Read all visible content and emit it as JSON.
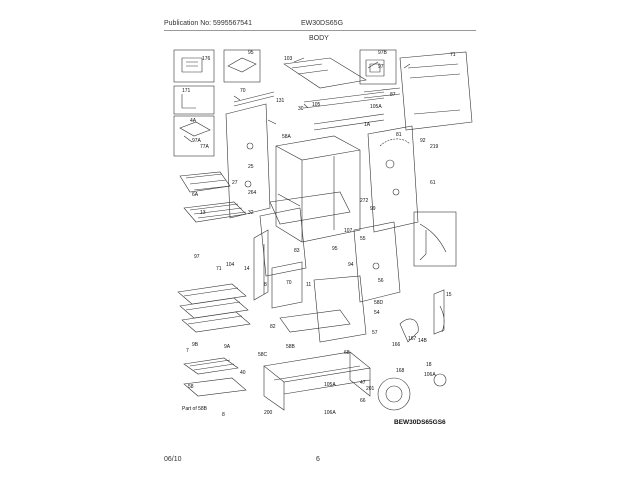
{
  "header": {
    "publication": "Publication No: 5995567541",
    "model": "EW30DS65G",
    "section": "BODY"
  },
  "footer": {
    "date": "06/10",
    "page": "6"
  },
  "diagram": {
    "drawing_number": "BEW30DS65GS6",
    "callouts": [
      "176",
      "95",
      "103",
      "97B",
      "97",
      "71",
      "171",
      "4A",
      "70",
      "131",
      "30",
      "105",
      "105A",
      "87",
      "97A",
      "77A",
      "25",
      "58A",
      "1A",
      "81",
      "219",
      "92",
      "61",
      "6A",
      "27",
      "264",
      "272",
      "99",
      "32",
      "13",
      "107",
      "55",
      "83",
      "95",
      "94",
      "97",
      "104",
      "14",
      "56",
      "70",
      "71",
      "8",
      "11",
      "15",
      "7",
      "58C",
      "58B",
      "68",
      "166",
      "167",
      "14B",
      "82",
      "58D",
      "54",
      "57",
      "168",
      "9A",
      "9B",
      "58",
      "40",
      "105A",
      "47",
      "201",
      "66",
      "18",
      "106A",
      "Part of 58B",
      "8",
      "200",
      "106A"
    ]
  }
}
